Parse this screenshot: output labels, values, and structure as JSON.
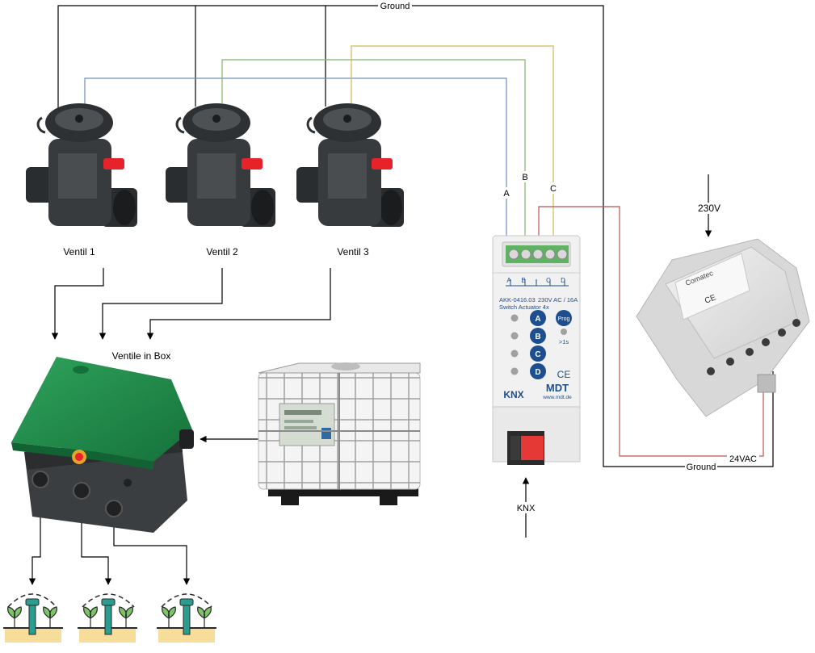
{
  "labels": {
    "ground_top": "Ground",
    "ground_bottom": "Ground",
    "vac": "24VAC",
    "v230": "230V",
    "knx": "KNX",
    "a": "A",
    "b": "B",
    "c": "C",
    "ventil1": "Ventil 1",
    "ventil2": "Ventil 2",
    "ventil3": "Ventil 3",
    "box": "Ventile in Box"
  },
  "actuator": {
    "model": "AKK-0416.03",
    "rating": "230V AC / 16A",
    "subtitle": "Switch Actuator 4x",
    "terminal_labels": [
      "A",
      "B",
      "C",
      "D"
    ],
    "channels": [
      "A",
      "B",
      "C",
      "D"
    ],
    "prog": "Prog",
    "prog_hint": ">1s",
    "ce": "CE",
    "knx_logo": "KNX",
    "brand": "MDT",
    "web": "www.mdt.de"
  },
  "psu": {
    "brand": "Comatec",
    "ce": "CE"
  },
  "colors": {
    "wire_ground": "#000000",
    "wire_a": "#6c8ebf",
    "wire_b": "#82b366",
    "wire_c": "#d6b656",
    "wire_24vac": "#b85450",
    "valve_body": "#2a2d2f",
    "valve_red": "#e8222b",
    "box_green": "#1d8a4a",
    "actuator_blue": "#1d4e8f",
    "sprinkler_green": "#2a9d8f"
  }
}
